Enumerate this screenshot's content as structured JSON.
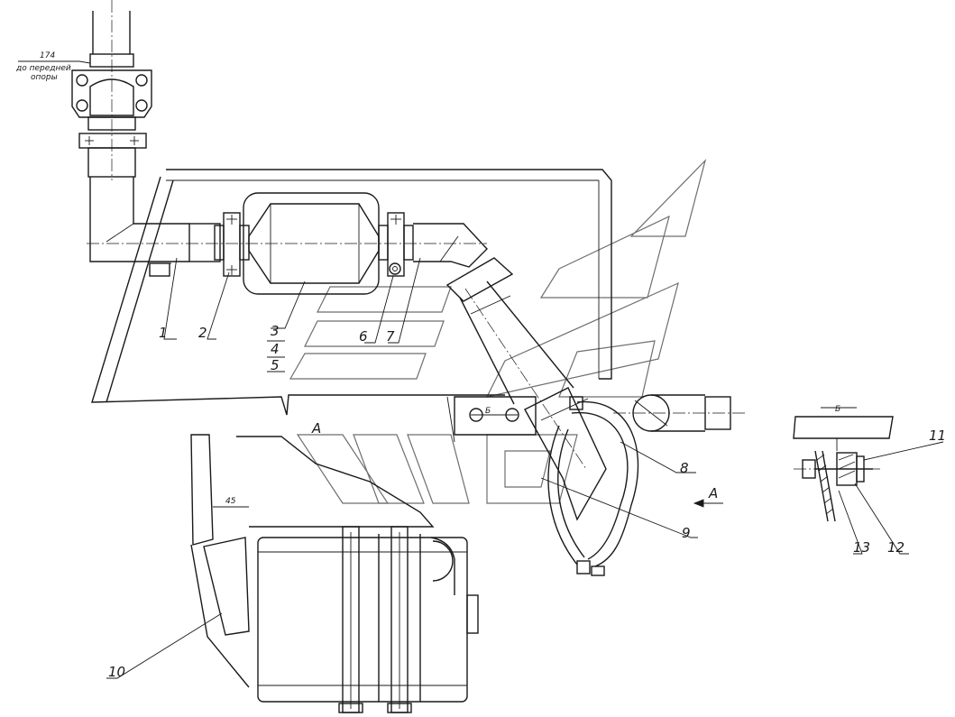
{
  "drawing": {
    "reference_note": {
      "number": "174",
      "line1": "до передней",
      "line2": "опоры"
    },
    "callouts": [
      {
        "id": "1",
        "text": "1"
      },
      {
        "id": "2",
        "text": "2"
      },
      {
        "id": "3",
        "text": "3"
      },
      {
        "id": "4",
        "text": "4"
      },
      {
        "id": "5",
        "text": "5"
      },
      {
        "id": "6",
        "text": "6"
      },
      {
        "id": "7",
        "text": "7"
      },
      {
        "id": "8",
        "text": "8"
      },
      {
        "id": "9",
        "text": "9"
      },
      {
        "id": "10",
        "text": "10"
      },
      {
        "id": "11",
        "text": "11"
      },
      {
        "id": "12",
        "text": "12"
      },
      {
        "id": "13",
        "text": "13"
      }
    ],
    "view_marks": {
      "view_a": "А",
      "view_a_arrow": "А",
      "section_b": "Б",
      "section_b_small": "Б"
    }
  }
}
